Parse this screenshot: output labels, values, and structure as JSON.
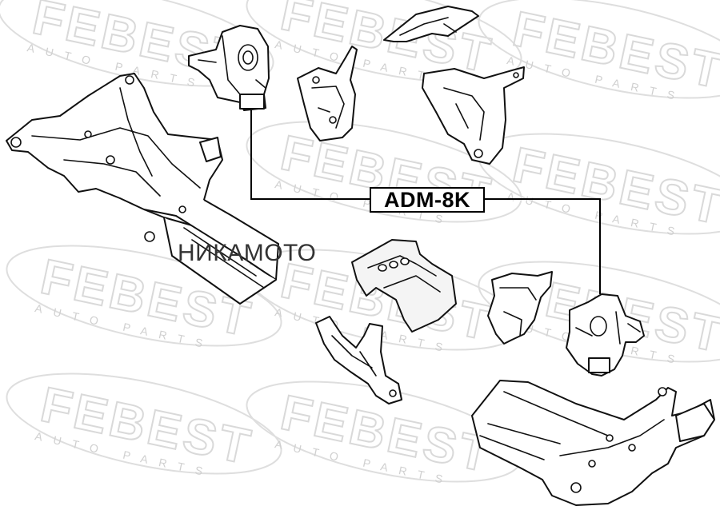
{
  "watermark": {
    "brand": "FEBEST",
    "tagline": "AUTO PARTS",
    "color": "#d9d9d9"
  },
  "part_label": "ADM-8K",
  "overlay_caption": "НИКАМОТО",
  "colors": {
    "line": "#111111",
    "background": "#ffffff"
  }
}
